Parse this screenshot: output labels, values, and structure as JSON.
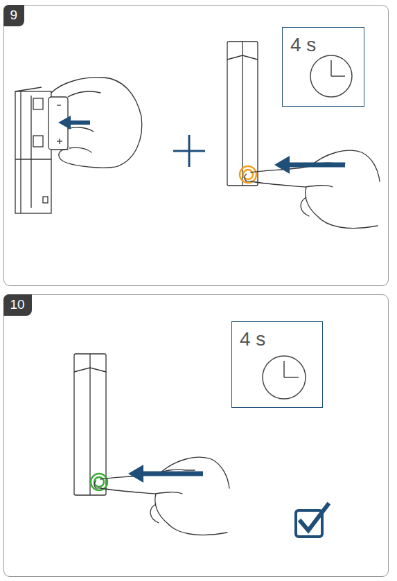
{
  "diagram": {
    "nodes": [
      {
        "text": [
          "9"
        ]
      },
      {
        "text": [
          "4 s"
        ],
        "in": 0
      },
      {
        "text": [
          "10"
        ]
      },
      {
        "text": [
          "4 s"
        ],
        "in": 2
      }
    ]
  }
}
